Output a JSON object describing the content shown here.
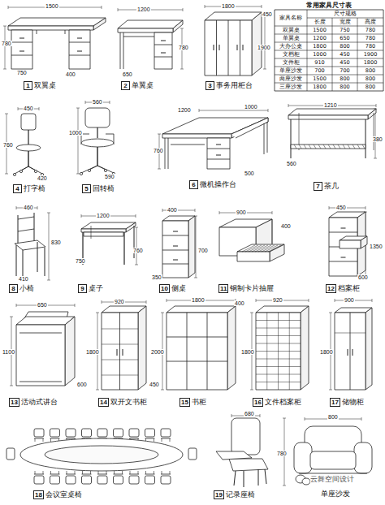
{
  "diagram": {
    "nodes": [
      {
        "text": [
          "1",
          "双翼桌"
        ]
      },
      {
        "text": [
          "2",
          "单翼桌"
        ]
      },
      {
        "text": [
          "3",
          "事务用柜台"
        ]
      },
      {
        "text": [
          "4",
          "打字椅"
        ]
      },
      {
        "text": [
          "5",
          "回转椅"
        ]
      },
      {
        "text": [
          "6",
          "微机操作台"
        ]
      },
      {
        "text": [
          "7",
          "茶几"
        ]
      },
      {
        "text": [
          "8",
          "小椅"
        ]
      },
      {
        "text": [
          "9",
          "桌子"
        ]
      },
      {
        "text": [
          "10",
          "侧桌"
        ]
      },
      {
        "text": [
          "11",
          "钢制卡片抽屉"
        ]
      },
      {
        "text": [
          "12",
          "档案柜"
        ]
      },
      {
        "text": [
          "13",
          "活动式讲台"
        ]
      },
      {
        "text": [
          "14",
          "双开文书柜"
        ]
      },
      {
        "text": [
          "15",
          "书柜"
        ]
      },
      {
        "text": [
          "16",
          "文件档案柜"
        ]
      },
      {
        "text": [
          "17",
          "储物柜"
        ]
      },
      {
        "text": [
          "18",
          "会议室桌椅"
        ]
      },
      {
        "text": [
          "19",
          "记录座椅"
        ]
      }
    ],
    "labels": [
      "常用家具尺寸表",
      "家具名称",
      "尺寸规格",
      "长度",
      "宽度",
      "高度",
      "双翼桌",
      "1500",
      "750",
      "780",
      "单翼桌",
      "1200",
      "650",
      "780",
      "大办公桌",
      "1800",
      "800",
      "780",
      "文档柜",
      "1000",
      "450",
      "1900",
      "文件柜",
      "910",
      "450",
      "1800",
      "单座沙发",
      "700",
      "700",
      "800",
      "两座沙发",
      "1500",
      "800",
      "800",
      "三座沙发",
      "1800",
      "800",
      "800",
      "1500",
      "780",
      "750",
      "400",
      "1200",
      "780",
      "650",
      "1800",
      "450",
      "1900",
      "450",
      "760",
      "420",
      "560",
      "1000",
      "590",
      "1200",
      "1000",
      "760",
      "500",
      "1210",
      "380",
      "560",
      "460",
      "830",
      "410",
      "1200",
      "760",
      "750",
      "400",
      "700",
      "350",
      "900",
      "400",
      "450",
      "1350",
      "600",
      "650",
      "1100",
      "600",
      "920",
      "1800",
      "450",
      "1800",
      "2000",
      "400",
      "920",
      "1800",
      "900",
      "1800",
      "680",
      "780",
      "800",
      "单座沙发",
      "云舞空间设计"
    ]
  }
}
